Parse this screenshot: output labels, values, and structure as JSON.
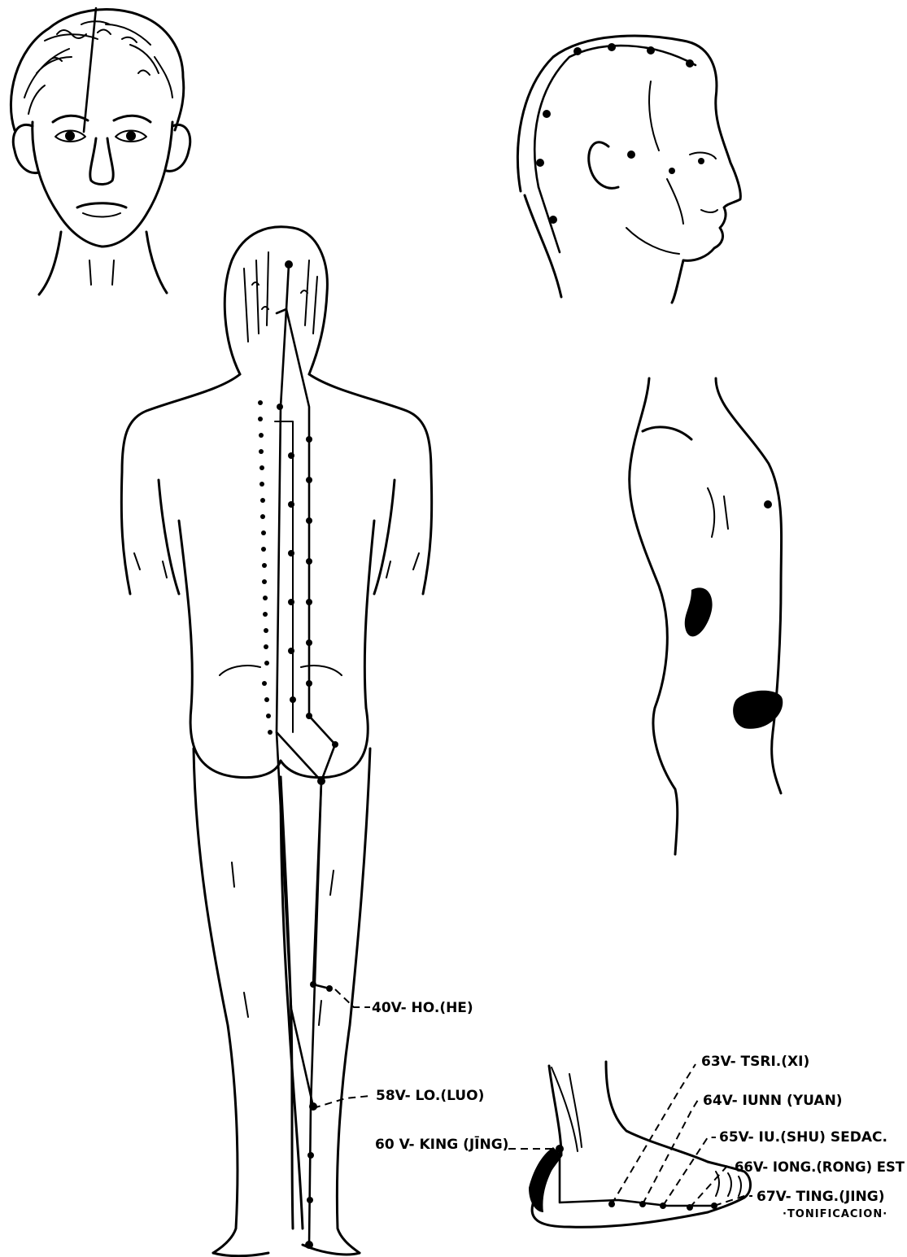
{
  "points": [
    {
      "code": "40V",
      "text": "40V- HO.(HE)"
    },
    {
      "code": "58V",
      "text": "58V- LO.(LUO)"
    },
    {
      "code": "60V",
      "text": "60 V- KING (JĪNG)"
    },
    {
      "code": "63V",
      "text": "63V- TSRI.(XI)"
    },
    {
      "code": "64V",
      "text": "64V- IUNN (YUAN)"
    },
    {
      "code": "65V",
      "text": "65V- IU.(SHU) SEDAC."
    },
    {
      "code": "66V",
      "text": "66V- IONG.(RONG) EST"
    },
    {
      "code": "67V",
      "text": "67V- TING.(JING)"
    }
  ],
  "tonification_note": "·TONIFICACION·"
}
